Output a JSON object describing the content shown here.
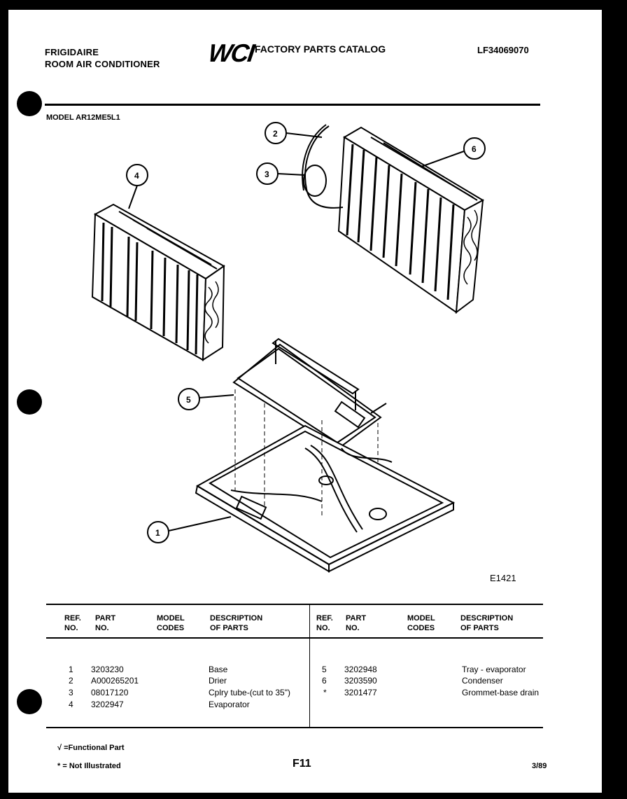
{
  "header": {
    "brand_line1": "FRIGIDAIRE",
    "brand_line2": "ROOM AIR CONDITIONER",
    "logo_text": "WCI",
    "catalog_title": "FACTORY PARTS CATALOG",
    "catalog_number": "LF34069070"
  },
  "model_label": "MODEL AR12ME5L1",
  "diagram": {
    "id": "E1421",
    "callouts": [
      "1",
      "2",
      "3",
      "4",
      "5",
      "6"
    ]
  },
  "table": {
    "headers": {
      "ref": "REF.",
      "ref2": "NO.",
      "part": "PART",
      "part2": "NO.",
      "model": "MODEL",
      "model2": "CODES",
      "desc": "DESCRIPTION",
      "desc2": "OF PARTS"
    },
    "left_rows": [
      {
        "ref": "1",
        "part": "3203230",
        "desc": "Base"
      },
      {
        "ref": "2",
        "part": "A000265201",
        "desc": "Drier"
      },
      {
        "ref": "3",
        "part": "08017120",
        "desc": "Cplry tube-(cut to 35\")"
      },
      {
        "ref": "4",
        "part": "3202947",
        "desc": "Evaporator"
      }
    ],
    "right_rows": [
      {
        "ref": "5",
        "part": "3202948",
        "desc": "Tray - evaporator"
      },
      {
        "ref": "6",
        "part": "3203590",
        "desc": "Condenser"
      },
      {
        "ref": "*",
        "part": "3201477",
        "desc": "Grommet-base drain"
      }
    ]
  },
  "footer": {
    "functional_note": "√ =Functional Part",
    "not_illustrated_note": "* = Not Illustrated",
    "page_number": "F11",
    "date": "3/89"
  }
}
